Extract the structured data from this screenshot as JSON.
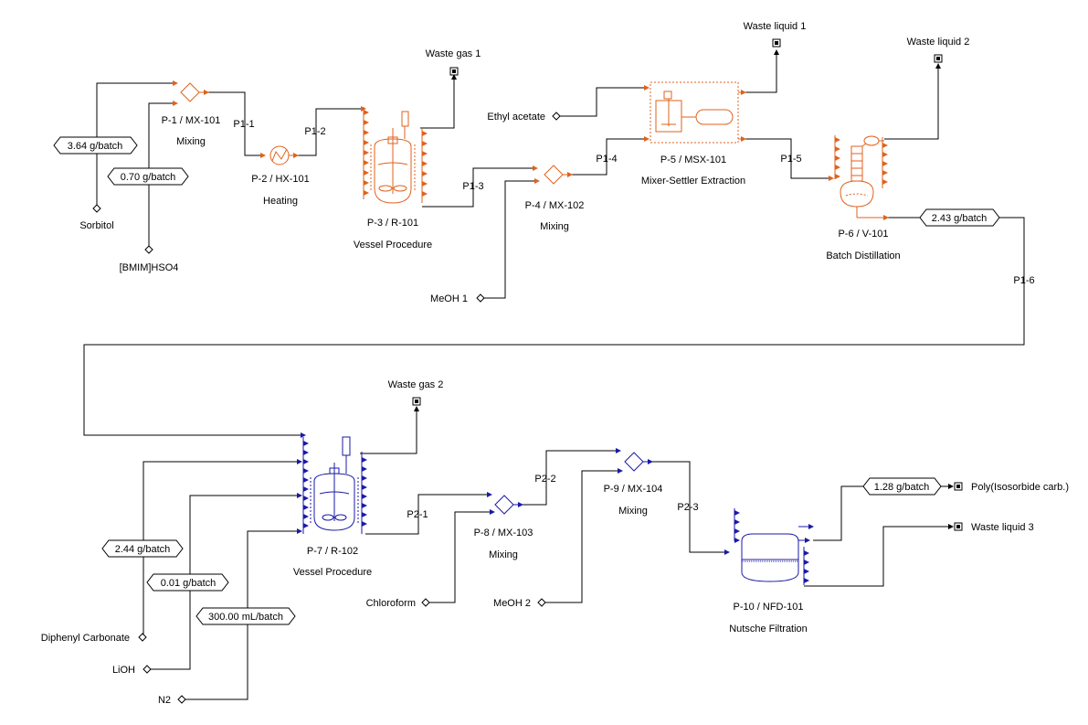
{
  "procedures": [
    {
      "id": "P-1 / MX-101",
      "name": "Mixing"
    },
    {
      "id": "P-2 / HX-101",
      "name": "Heating"
    },
    {
      "id": "P-3 / R-101",
      "name": "Vessel Procedure"
    },
    {
      "id": "P-4 / MX-102",
      "name": "Mixing"
    },
    {
      "id": "P-5 / MSX-101",
      "name": "Mixer-Settler Extraction"
    },
    {
      "id": "P-6 / V-101",
      "name": "Batch Distillation"
    },
    {
      "id": "P-7 / R-102",
      "name": "Vessel Procedure"
    },
    {
      "id": "P-8 / MX-103",
      "name": "Mixing"
    },
    {
      "id": "P-9 / MX-104",
      "name": "Mixing"
    },
    {
      "id": "P-10 / NFD-101",
      "name": "Nutsche Filtration"
    }
  ],
  "streams": [
    "P1-1",
    "P1-2",
    "P1-3",
    "P1-4",
    "P1-5",
    "P1-6",
    "P2-1",
    "P2-2",
    "P2-3"
  ],
  "inputs": [
    "Sorbitol",
    "[BMIM]HSO4",
    "Ethyl acetate",
    "MeOH 1",
    "Diphenyl Carbonate",
    "LiOH",
    "N2",
    "Chloroform",
    "MeOH 2"
  ],
  "outputs": [
    "Waste gas 1",
    "Waste liquid 1",
    "Waste liquid 2",
    "Waste gas 2",
    "Poly(Isosorbide carb.)",
    "Waste liquid 3"
  ],
  "flow_tags": [
    "3.64 g/batch",
    "0.70 g/batch",
    "2.43 g/batch",
    "2.44 g/batch",
    "0.01 g/batch",
    "300.00 mL/batch",
    "1.28 g/batch"
  ],
  "colors": {
    "section_1": "#e0621b",
    "section_2": "#1a1aa8",
    "lines": "#000000"
  }
}
